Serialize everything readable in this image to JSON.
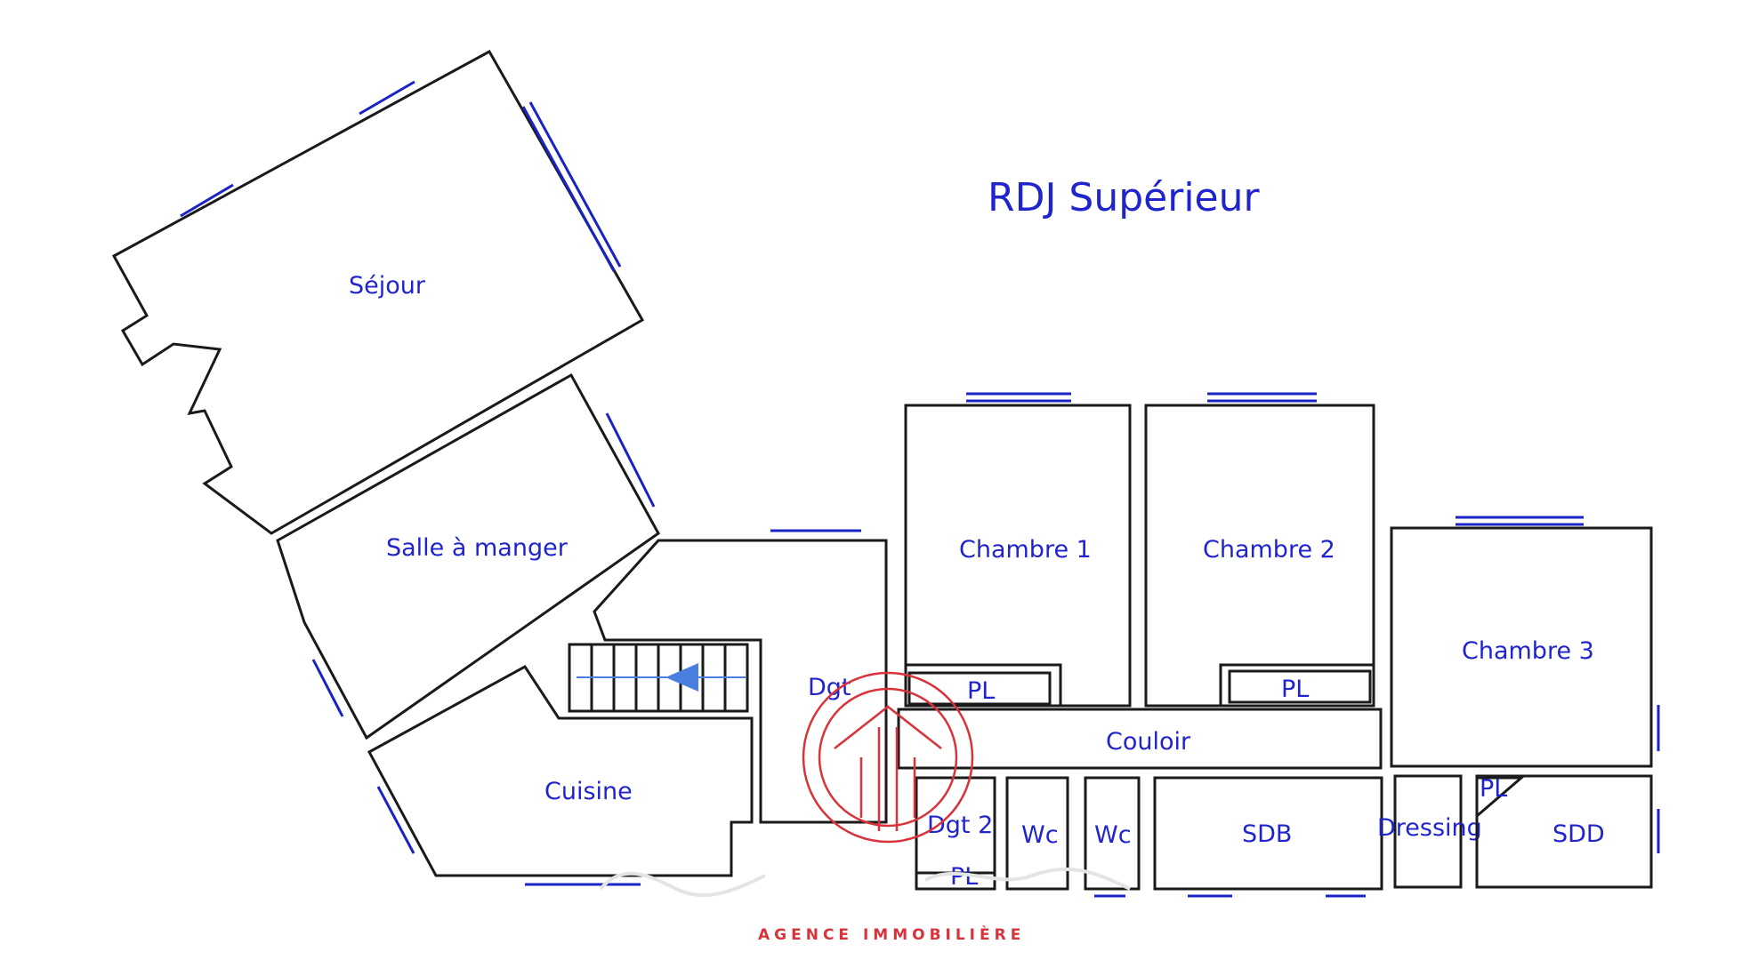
{
  "title": "RDJ Supérieur",
  "rooms": {
    "sejour": "Séjour",
    "salle_a_manger": "Salle à manger",
    "cuisine": "Cuisine",
    "dgt": "Dgt",
    "chambre1": "Chambre 1",
    "chambre2": "Chambre 2",
    "chambre3": "Chambre 3",
    "pl1": "PL",
    "pl2": "PL",
    "pl3": "PL",
    "pl4": "PL",
    "couloir": "Couloir",
    "dgt2": "Dgt 2",
    "wc1": "Wc",
    "wc2": "Wc",
    "sdb": "SDB",
    "dressing": "Dressing",
    "sdd": "SDD"
  },
  "logo": {
    "tagline": "AGENCE IMMOBILIÈRE"
  },
  "colors": {
    "label": "#2024cc",
    "window": "#1a23c4",
    "wall": "#1a1a1a",
    "logo": "#d8333a",
    "stair_arrow": "#4a7fe0"
  }
}
